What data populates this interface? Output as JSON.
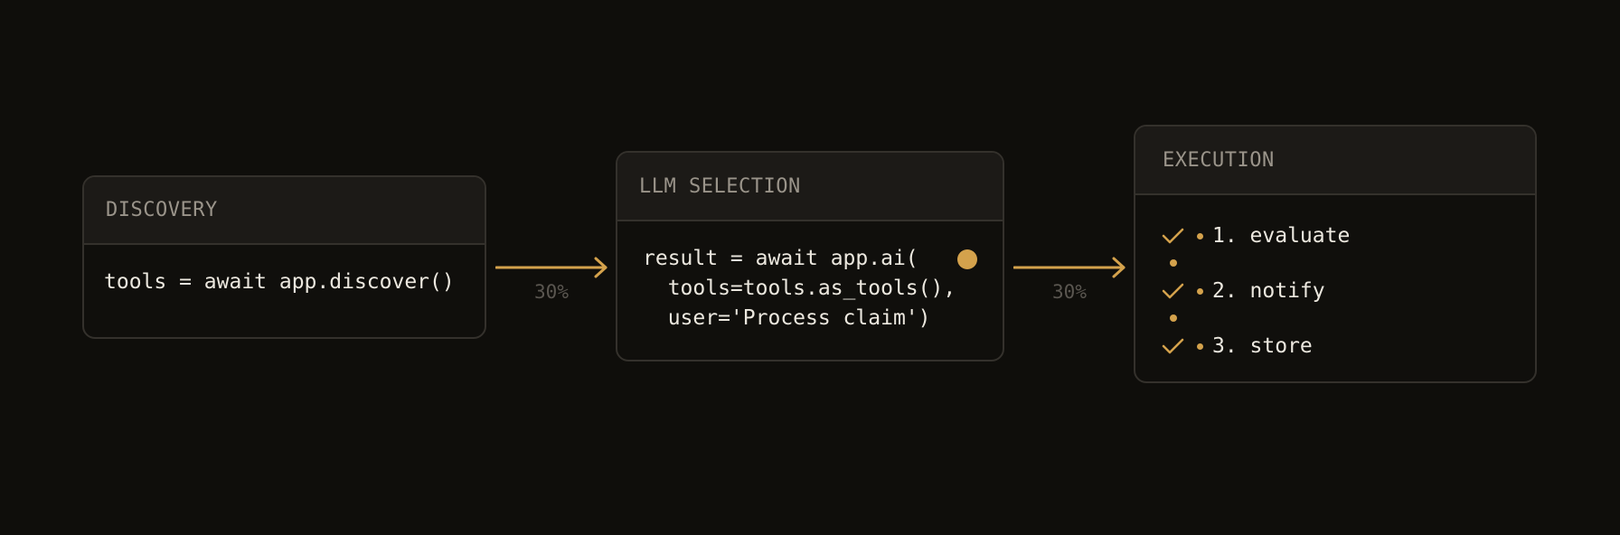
{
  "colors": {
    "background": "#0f0e0b",
    "accent": "#d4a24c",
    "card_border": "#34312c",
    "card_header_bg": "#1c1a17",
    "card_body_bg": "#100f0c",
    "title_text": "#9a948a",
    "code_text": "#ece8df",
    "muted_text": "#5a5650"
  },
  "stages": [
    {
      "title": "DISCOVERY",
      "code": [
        "tools = await app.discover()"
      ]
    },
    {
      "title": "LLM SELECTION",
      "code": [
        "result = await app.ai(",
        "  tools=tools.as_tools(),",
        "  user='Process claim')"
      ],
      "status_indicator": "active-dot"
    },
    {
      "title": "EXECUTION",
      "steps": [
        {
          "label": "1. evaluate",
          "status": "done",
          "icon": "check-icon"
        },
        {
          "label": "2. notify",
          "status": "done",
          "icon": "check-icon"
        },
        {
          "label": "3. store",
          "status": "done",
          "icon": "check-icon"
        }
      ]
    }
  ],
  "connectors": [
    {
      "from": "DISCOVERY",
      "to": "LLM SELECTION",
      "label": "30%"
    },
    {
      "from": "LLM SELECTION",
      "to": "EXECUTION",
      "label": "30%"
    }
  ]
}
